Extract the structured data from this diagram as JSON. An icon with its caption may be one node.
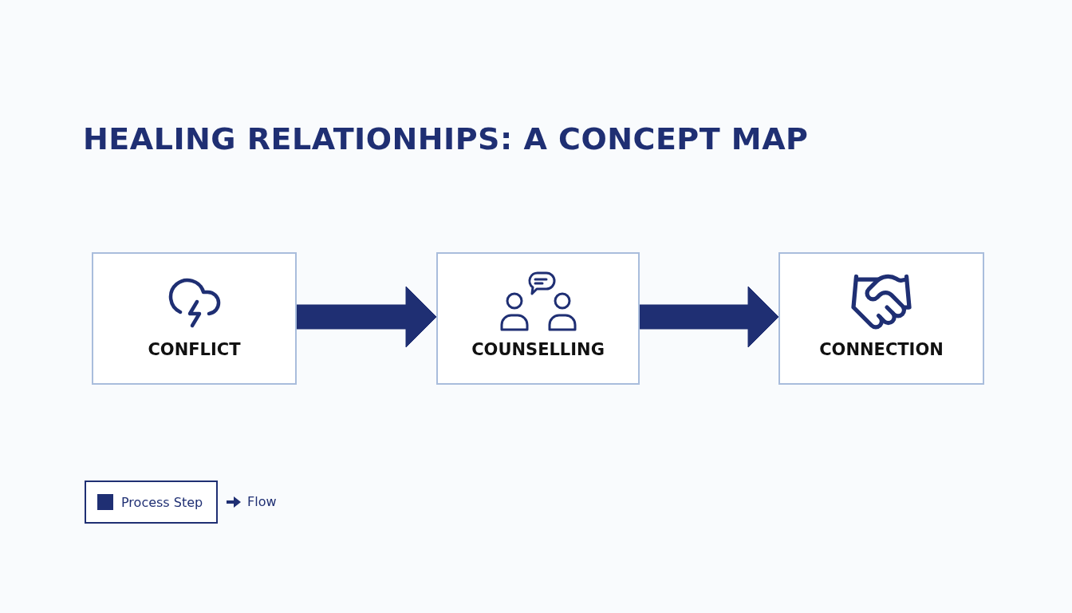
{
  "diagram": {
    "title": "HEALING RELATIONHIPS: A CONCEPT MAP",
    "nodes": [
      {
        "text": [
          "CONFLICT"
        ]
      },
      {
        "text": [
          "COUNSELLING"
        ]
      },
      {
        "text": [
          "CONNECTION"
        ]
      }
    ],
    "edges": [
      {
        "from": 0,
        "to": 1,
        "arrow": "to"
      },
      {
        "from": 1,
        "to": 2,
        "arrow": "to"
      }
    ],
    "legend": [
      {
        "text": "Process Step",
        "color": "#1f2f73"
      },
      {
        "text": "Flow"
      }
    ]
  }
}
